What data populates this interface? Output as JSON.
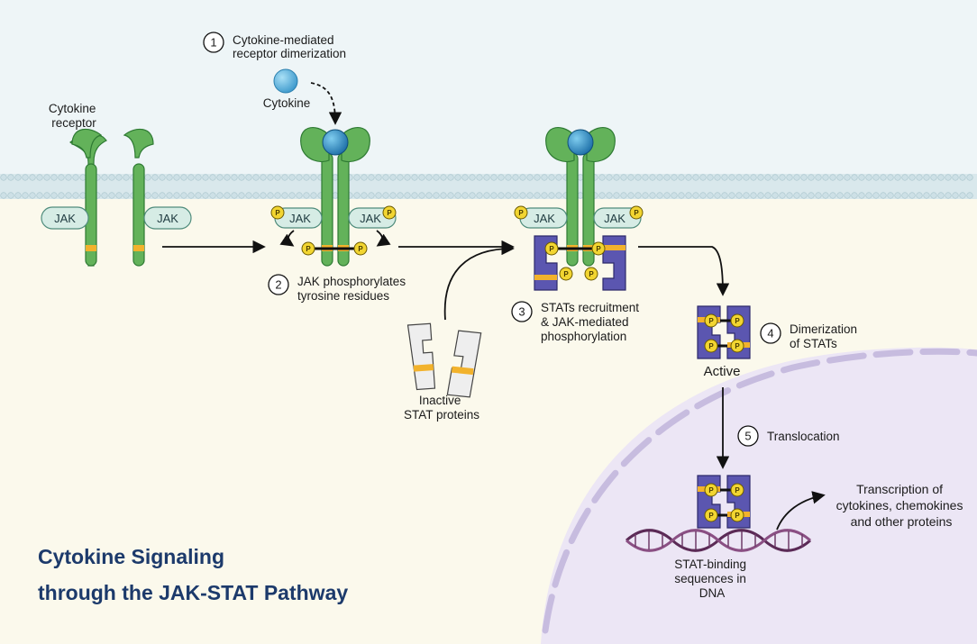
{
  "labels": {
    "cytokine_receptor": [
      "Cytokine",
      "receptor"
    ],
    "cytokine": "Cytokine",
    "jak": "JAK",
    "phospho": "P",
    "inactive_stat": [
      "Inactive",
      "STAT proteins"
    ],
    "active": "Active",
    "dna": [
      "STAT-binding",
      "sequences in",
      "DNA"
    ],
    "transcription": [
      "Transcription of",
      "cytokines, chemokines",
      "and other proteins"
    ]
  },
  "steps": [
    {
      "number": "1",
      "lines": [
        "Cytokine-mediated",
        "receptor dimerization"
      ]
    },
    {
      "number": "2",
      "lines": [
        "JAK phosphorylates",
        "tyrosine residues"
      ]
    },
    {
      "number": "3",
      "lines": [
        "STATs recruitment",
        "& JAK-mediated",
        "phosphorylation"
      ]
    },
    {
      "number": "4",
      "lines": [
        "Dimerization",
        "of STATs"
      ]
    },
    {
      "number": "5",
      "lines": [
        "Translocation"
      ]
    }
  ],
  "title": [
    "Cytokine Signaling",
    "through the JAK-STAT Pathway"
  ],
  "colors": {
    "background_cytoplasm": "#fbf9ec",
    "background_extracellular": "#eef5f7",
    "nucleus": "#ece6f5",
    "nuclear_envelope": "#c7bcdf",
    "membrane_lipid": "#cde0e6",
    "receptor": "#63b25a",
    "receptor_outline": "#2e7a33",
    "jak": "#d6ece5",
    "stat_active": "#5b56b0",
    "stat_inactive": "#eeeeee",
    "phosphate": "#f2d531",
    "tyrosine_band": "#f2b22c",
    "cytokine": "#2d91c9",
    "dna": "#5b2a56",
    "title": "#1c3a6b"
  }
}
